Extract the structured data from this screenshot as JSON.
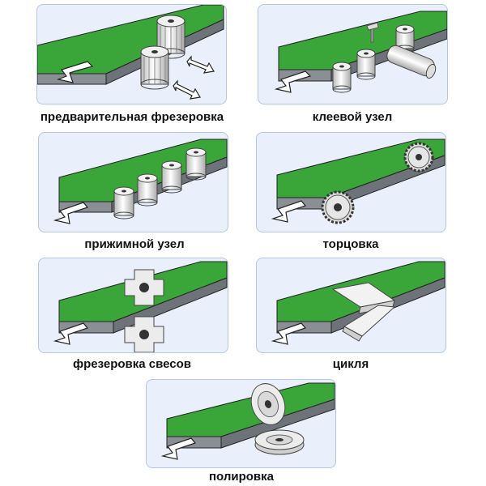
{
  "stages": [
    {
      "id": "pre-milling",
      "label": "предварительная фрезеровка"
    },
    {
      "id": "glue-unit",
      "label": "клеевой узел"
    },
    {
      "id": "pressure-unit",
      "label": "прижимной узел"
    },
    {
      "id": "end-trimming",
      "label": "торцовка"
    },
    {
      "id": "overhang-milling",
      "label": "фрезеровка свесов"
    },
    {
      "id": "scraping",
      "label": "цикля"
    },
    {
      "id": "polishing",
      "label": "полировка"
    }
  ],
  "colors": {
    "panel_bg": "#e9f0fb",
    "panel_border": "#b6c6dc",
    "board_top": "#3aa63a",
    "board_side": "#8a8f96",
    "tool_metal": "#e6e6e6"
  }
}
